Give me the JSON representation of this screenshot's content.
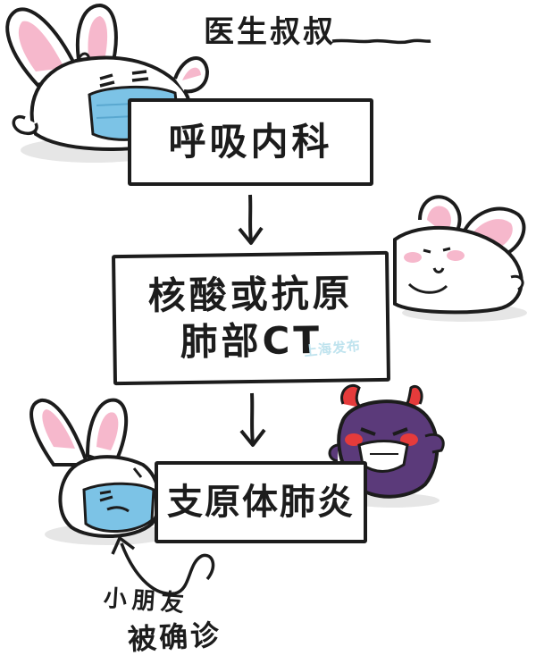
{
  "header": {
    "label": "医生叔叔",
    "label_color": "#1c1c1c"
  },
  "flow": {
    "step1": "呼吸内科",
    "step2_line1": "核酸或抗原",
    "step2_line2": "肺部CT",
    "step3": "支原体肺炎"
  },
  "note": {
    "line1": "小朋友",
    "line2": "被确诊"
  },
  "watermark": "上海发布",
  "characters": {
    "doctor_bunny": "bunny-with-mask-icon",
    "resting_bunny": "bunny-icon",
    "child_bunny": "sick-bunny-icon",
    "germ": "purple-devil-germ-icon"
  },
  "colors": {
    "ink": "#1c1c1c",
    "ear_pink": "#f6b8cc",
    "mask_blue": "#7cc3e6",
    "germ_purple": "#5b3a7a",
    "blush_red": "#e53b3b",
    "shadow": "#e6e6e6"
  }
}
